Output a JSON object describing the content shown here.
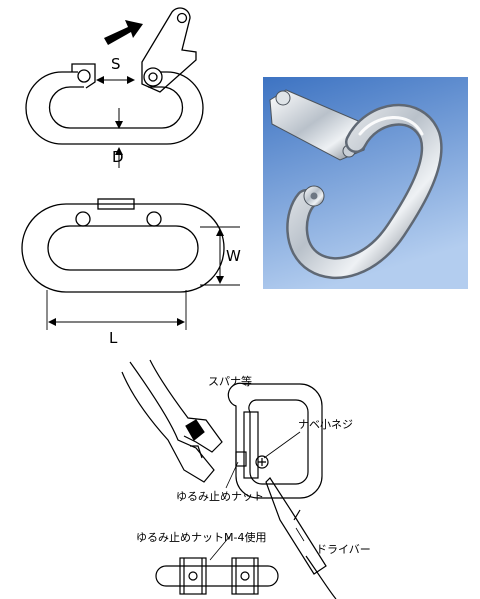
{
  "labels": {
    "s": "S",
    "d": "D",
    "w": "W",
    "l": "L",
    "wrench": "スパナ等",
    "pan_screw": "ナベ小ネジ",
    "lock_nut": "ゆるみ止めナット",
    "lock_nut_m4": "ゆるみ止めナットM-4使用",
    "screwdriver": "ドライバー"
  },
  "colors": {
    "line": "#000000",
    "photo_bg_top": "#3d73c2",
    "photo_bg_bottom": "#a9c6ea",
    "steel_light": "#f4f6f8",
    "steel_dark": "#6d7783"
  }
}
